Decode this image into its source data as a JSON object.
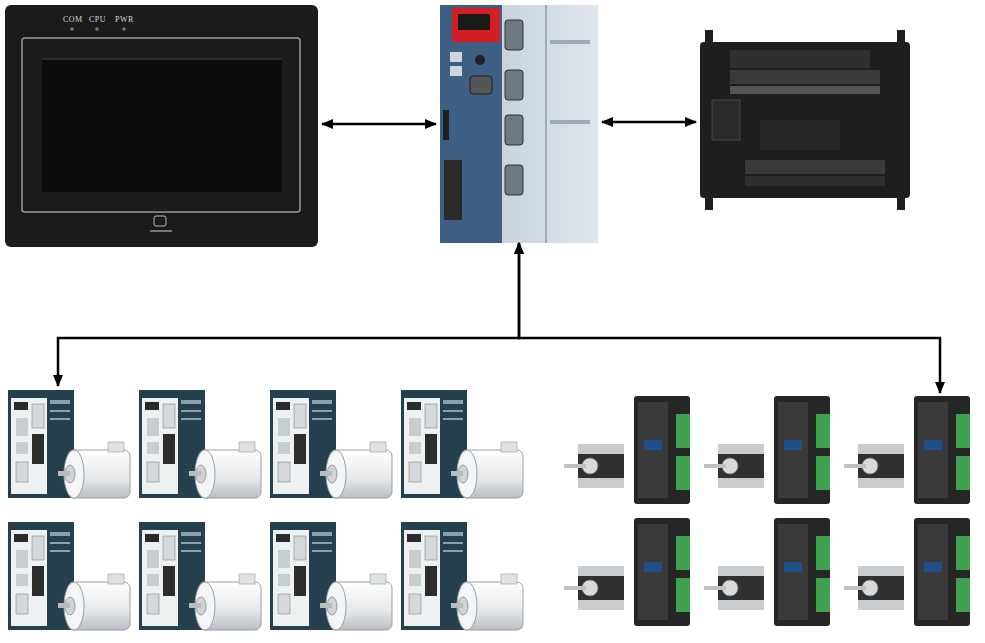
{
  "diagram": {
    "nodes": [
      {
        "text": [
          "COM",
          "CPU",
          "PWR"
        ]
      },
      {
        "text": []
      },
      {
        "text": []
      },
      {
        "text": []
      },
      {
        "text": []
      }
    ],
    "edges": [
      {
        "from": 0,
        "to": 1,
        "arrow": "both"
      },
      {
        "from": 1,
        "to": 2,
        "arrow": "both"
      },
      {
        "from": 1,
        "to": 3,
        "arrow": "both"
      },
      {
        "from": 1,
        "to": 4,
        "arrow": "both"
      }
    ]
  }
}
